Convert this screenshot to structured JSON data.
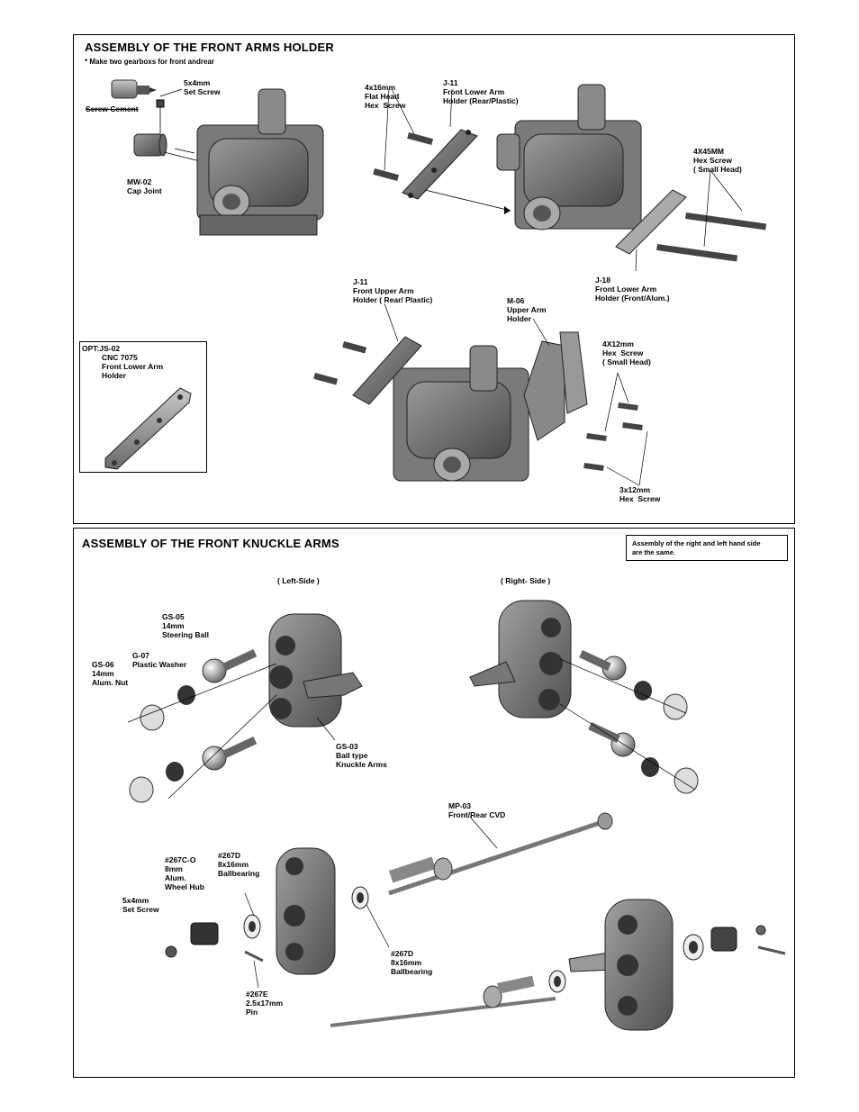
{
  "front_arms_holder": {
    "title": "ASSEMBLY OF THE FRONT ARMS HOLDER",
    "note": "* Make two gearboxs for front andrear",
    "labels": {
      "set_screw_5x4": "5x4mm\nSet Screw",
      "screw_cement": "Screw Cement",
      "mw02": "MW-02\nCap Joint",
      "flat_head": "4x16mm\nFlat Head\nHex  Screw",
      "j11_lower": "J-11\nFront Lower Arm\nHolder (Rear/Plastic)",
      "hex_4x45": "4X45MM\nHex Screw\n( Small Head)",
      "j18": "J-18\nFront Lower Arm\nHolder (Front/Alum.)",
      "j11_upper": "J-11\nFront Upper Arm\nHolder ( Rear/ Plastic)",
      "m06": "M-06\nUpper Arm\nHolder",
      "hex_4x12": "4X12mm\nHex  Screw\n( Small Head)",
      "hex_3x12": "3x12mm\nHex  Screw"
    },
    "opt": {
      "code": "OPT:JS-02",
      "desc": "CNC 7075\nFront Lower Arm\nHolder"
    }
  },
  "front_knuckle_arms": {
    "title": "ASSEMBLY OF THE FRONT KNUCKLE ARMS",
    "side_note": "Assembly of the right and left hand side\nare the same.",
    "left_side": "( Left-Side )",
    "right_side": "( Right- Side )",
    "labels": {
      "gs05": "GS-05\n14mm\nSteering Ball",
      "g07": "G-07\nPlastic Washer",
      "gs06": "GS-06\n14mm\nAlum. Nut",
      "gs03": "GS-03\nBall type\nKnuckle Arms",
      "mp03": "MP-03\nFront/Rear CVD",
      "hub": "#267C-O\n8mm\nAlum.\nWheel Hub",
      "bearing_left": "#267D\n8x16mm\nBallbearing",
      "set_screw": "5x4mm\nSet Screw",
      "bearing_right": "#267D\n8x16mm\nBallbearing",
      "pin": "#267E\n2.5x17mm\nPin"
    }
  }
}
